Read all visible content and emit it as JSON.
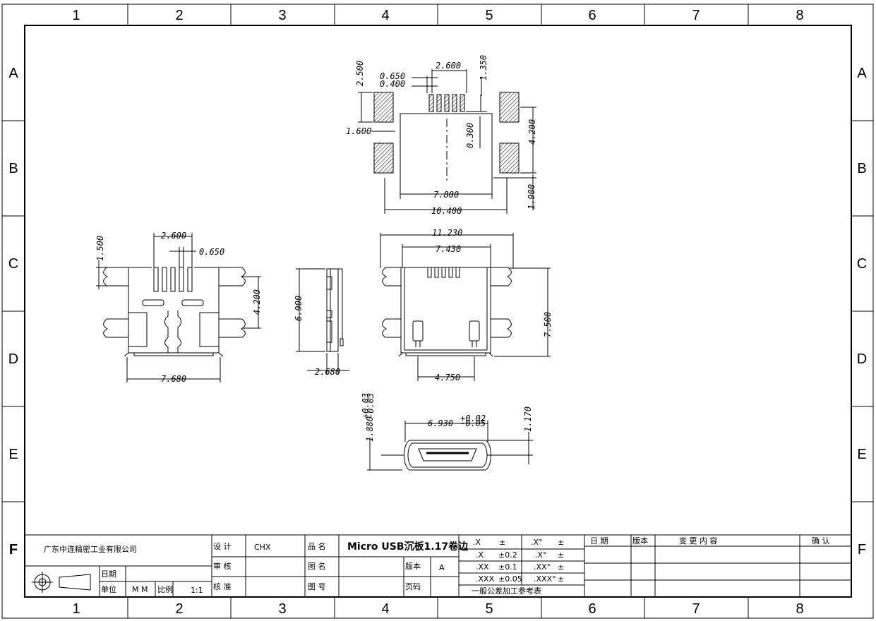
{
  "frame": {
    "columns": [
      "1",
      "2",
      "3",
      "4",
      "5",
      "6",
      "7",
      "8"
    ],
    "rows": [
      "A",
      "B",
      "C",
      "D",
      "E",
      "F"
    ]
  },
  "dimensions": {
    "top_view": {
      "d_2600_top": "2.600",
      "d_0650": "0.650",
      "d_0400": "0.400",
      "d_1350": "1.350",
      "d_2500": "2.500",
      "d_1600": "1.600",
      "d_0300": "0.300",
      "d_4200": "4.200",
      "d_7800": "7.800",
      "d_1900": "1.900",
      "d_10400": "10.400"
    },
    "left_view": {
      "d_2600": "2.600",
      "d_0650": "0.650",
      "d_1500": "1.500",
      "d_4200": "4.200",
      "d_7680": "7.680"
    },
    "side_view": {
      "d_6900": "6.900",
      "d_2680": "2.680"
    },
    "front_view": {
      "d_11230": "11.230",
      "d_7430": "7.430",
      "d_7500": "7.500",
      "d_4750": "4.750"
    },
    "end_view": {
      "d_6930": "6.930",
      "d_6930_tol_upper": "+0.02",
      "d_6930_tol_lower": "-0.05",
      "d_1880": "1.880",
      "d_1880_tol_upper": "+0.03",
      "d_1880_tol_lower": "-0.03",
      "d_1170": "1.170"
    }
  },
  "title_block": {
    "company": "广东中连精密工业有限公司",
    "label_design": "设 计",
    "designer": "CHX",
    "label_review": "审 核",
    "label_approve": "核 准",
    "label_product_name": "品 名",
    "product_name": "Micro USB沉板1.17卷边",
    "label_drawing_name": "图 名",
    "label_drawing_no": "图 号",
    "label_version": "版本",
    "version": "A",
    "label_page": "页码",
    "label_date": "日期",
    "label_unit": "单位",
    "unit": "M M",
    "label_scale": "比例",
    "scale": "1:1",
    "tolerances": [
      {
        "format": ".X",
        "value": "±",
        "angle_format": ".X°",
        "angle_value": "±"
      },
      {
        "format": ".X",
        "value": "±0.2",
        "angle_format": ".X°",
        "angle_value": "±"
      },
      {
        "format": ".XX",
        "value": "±0.1",
        "angle_format": ".XX°",
        "angle_value": "±"
      },
      {
        "format": ".XXX",
        "value": "±0.05",
        "angle_format": ".XXX°",
        "angle_value": "±"
      }
    ],
    "tolerance_note": "一般公差加工参考表",
    "revision_headers": [
      "日 期",
      "版本",
      "变 更 内 容",
      "确 认"
    ]
  }
}
